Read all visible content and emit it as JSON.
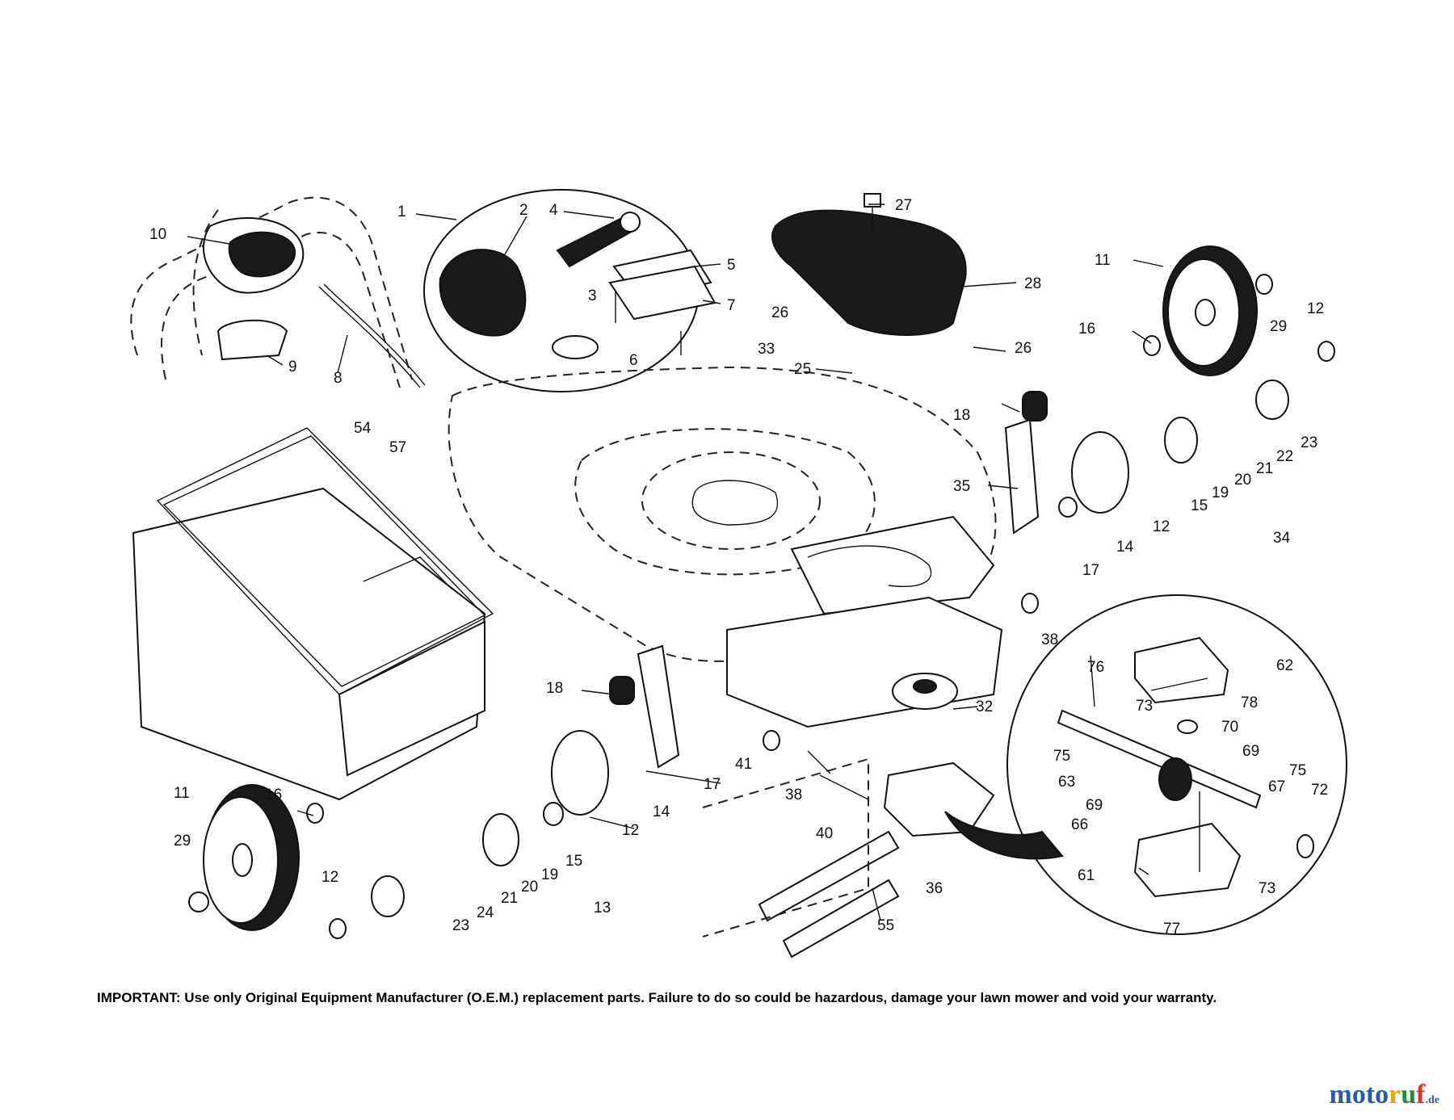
{
  "callouts": [
    {
      "id": "c1",
      "text": "1"
    },
    {
      "id": "c2",
      "text": "2"
    },
    {
      "id": "c3",
      "text": "3"
    },
    {
      "id": "c4",
      "text": "4"
    },
    {
      "id": "c5",
      "text": "5"
    },
    {
      "id": "c6",
      "text": "6"
    },
    {
      "id": "c7",
      "text": "7"
    },
    {
      "id": "c8",
      "text": "8"
    },
    {
      "id": "c9",
      "text": "9"
    },
    {
      "id": "c10",
      "text": "10"
    },
    {
      "id": "c11a",
      "text": "11"
    },
    {
      "id": "c11b",
      "text": "11"
    },
    {
      "id": "c12a",
      "text": "12"
    },
    {
      "id": "c12b",
      "text": "12"
    },
    {
      "id": "c12c",
      "text": "12"
    },
    {
      "id": "c12d",
      "text": "12"
    },
    {
      "id": "c13",
      "text": "13"
    },
    {
      "id": "c14a",
      "text": "14"
    },
    {
      "id": "c14b",
      "text": "14"
    },
    {
      "id": "c15a",
      "text": "15"
    },
    {
      "id": "c15b",
      "text": "15"
    },
    {
      "id": "c16a",
      "text": "16"
    },
    {
      "id": "c16b",
      "text": "16"
    },
    {
      "id": "c17a",
      "text": "17"
    },
    {
      "id": "c17b",
      "text": "17"
    },
    {
      "id": "c18a",
      "text": "18"
    },
    {
      "id": "c18b",
      "text": "18"
    },
    {
      "id": "c19a",
      "text": "19"
    },
    {
      "id": "c19b",
      "text": "19"
    },
    {
      "id": "c20a",
      "text": "20"
    },
    {
      "id": "c20b",
      "text": "20"
    },
    {
      "id": "c21a",
      "text": "21"
    },
    {
      "id": "c21b",
      "text": "21"
    },
    {
      "id": "c22",
      "text": "22"
    },
    {
      "id": "c23a",
      "text": "23"
    },
    {
      "id": "c23b",
      "text": "23"
    },
    {
      "id": "c24",
      "text": "24"
    },
    {
      "id": "c25",
      "text": "25"
    },
    {
      "id": "c26a",
      "text": "26"
    },
    {
      "id": "c26b",
      "text": "26"
    },
    {
      "id": "c27",
      "text": "27"
    },
    {
      "id": "c28",
      "text": "28"
    },
    {
      "id": "c29a",
      "text": "29"
    },
    {
      "id": "c29b",
      "text": "29"
    },
    {
      "id": "c32",
      "text": "32"
    },
    {
      "id": "c33",
      "text": "33"
    },
    {
      "id": "c34",
      "text": "34"
    },
    {
      "id": "c35",
      "text": "35"
    },
    {
      "id": "c36",
      "text": "36"
    },
    {
      "id": "c38a",
      "text": "38"
    },
    {
      "id": "c38b",
      "text": "38"
    },
    {
      "id": "c40",
      "text": "40"
    },
    {
      "id": "c41",
      "text": "41"
    },
    {
      "id": "c54",
      "text": "54"
    },
    {
      "id": "c55",
      "text": "55"
    },
    {
      "id": "c57",
      "text": "57"
    },
    {
      "id": "c61",
      "text": "61"
    },
    {
      "id": "c62",
      "text": "62"
    },
    {
      "id": "c63",
      "text": "63"
    },
    {
      "id": "c66",
      "text": "66"
    },
    {
      "id": "c67",
      "text": "67"
    },
    {
      "id": "c69a",
      "text": "69"
    },
    {
      "id": "c69b",
      "text": "69"
    },
    {
      "id": "c70",
      "text": "70"
    },
    {
      "id": "c72",
      "text": "72"
    },
    {
      "id": "c73a",
      "text": "73"
    },
    {
      "id": "c73b",
      "text": "73"
    },
    {
      "id": "c75a",
      "text": "75"
    },
    {
      "id": "c75b",
      "text": "75"
    },
    {
      "id": "c76",
      "text": "76"
    },
    {
      "id": "c77",
      "text": "77"
    },
    {
      "id": "c78",
      "text": "78"
    }
  ],
  "notice": {
    "lead": "IMPORTANT:",
    "body": "Use only Original Equipment Manufacturer (O.E.M.) replacement parts. Failure to do so could be hazardous, damage your lawn mower and void your warranty."
  },
  "brand": {
    "a": "moto",
    "b": "r",
    "c": "u",
    "d": "f",
    "tld": ".de"
  }
}
